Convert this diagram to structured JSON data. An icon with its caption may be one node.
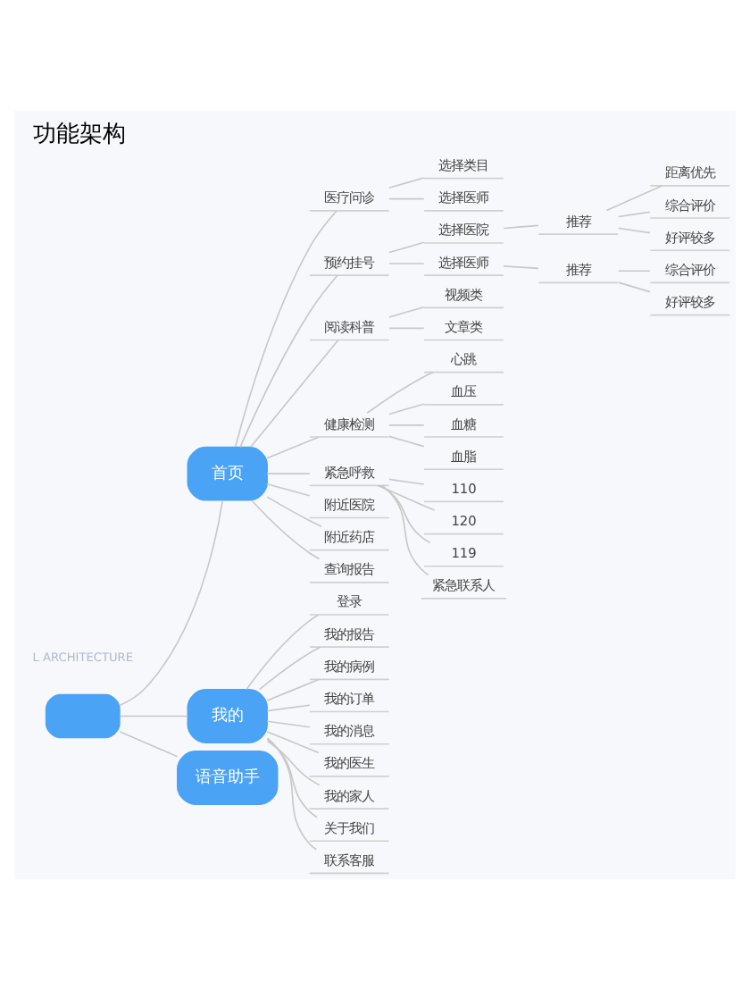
{
  "diagram": {
    "title": "功能架构",
    "nodes": [
      {
        "text": [],
        "shape": "box"
      },
      {
        "text": [
          "首页"
        ]
      },
      {
        "text": [
          "医疗问诊"
        ]
      },
      {
        "text": [
          "选择类目"
        ]
      },
      {
        "text": [
          "选择医师"
        ]
      },
      {
        "text": [
          "预约挂号"
        ]
      },
      {
        "text": [
          "选择医院"
        ]
      },
      {
        "text": [
          "推荐"
        ]
      },
      {
        "text": [
          "距离优先"
        ]
      },
      {
        "text": [
          "综合评价"
        ]
      },
      {
        "text": [
          "好评较多"
        ]
      },
      {
        "text": [
          "选择医师"
        ]
      },
      {
        "text": [
          "推荐"
        ]
      },
      {
        "text": [
          "综合评价"
        ]
      },
      {
        "text": [
          "好评较多"
        ]
      },
      {
        "text": [
          "阅读科普"
        ]
      },
      {
        "text": [
          "视频类"
        ]
      },
      {
        "text": [
          "文章类"
        ]
      },
      {
        "text": [
          "健康检测"
        ]
      },
      {
        "text": [
          "心跳"
        ]
      },
      {
        "text": [
          "血压"
        ]
      },
      {
        "text": [
          "血糖"
        ]
      },
      {
        "text": [
          "血脂"
        ]
      },
      {
        "text": [
          "紧急呼救"
        ]
      },
      {
        "text": [
          "110"
        ]
      },
      {
        "text": [
          "120"
        ]
      },
      {
        "text": [
          "119"
        ]
      },
      {
        "text": [
          "紧急联系人"
        ]
      },
      {
        "text": [
          "附近医院"
        ]
      },
      {
        "text": [
          "附近药店"
        ]
      },
      {
        "text": [
          "查询报告"
        ]
      },
      {
        "text": [
          "我的"
        ]
      },
      {
        "text": [
          "登录"
        ]
      },
      {
        "text": [
          "我的报告"
        ]
      },
      {
        "text": [
          "我的病例"
        ]
      },
      {
        "text": [
          "我的订单"
        ]
      },
      {
        "text": [
          "我的消息"
        ]
      },
      {
        "text": [
          "我的医生"
        ]
      },
      {
        "text": [
          "我的家人"
        ]
      },
      {
        "text": [
          "关于我们"
        ]
      },
      {
        "text": [
          "联系客服"
        ]
      },
      {
        "text": [
          "语音助手"
        ]
      }
    ],
    "edges": [
      {
        "from": 0,
        "to": 1,
        "arrow": "none"
      },
      {
        "from": 0,
        "to": 31,
        "arrow": "none"
      },
      {
        "from": 0,
        "to": 41,
        "arrow": "none"
      },
      {
        "from": 1,
        "to": 2,
        "arrow": "none"
      },
      {
        "from": 1,
        "to": 5,
        "arrow": "none"
      },
      {
        "from": 1,
        "to": 15,
        "arrow": "none"
      },
      {
        "from": 1,
        "to": 18,
        "arrow": "none"
      },
      {
        "from": 1,
        "to": 23,
        "arrow": "none"
      },
      {
        "from": 1,
        "to": 28,
        "arrow": "none"
      },
      {
        "from": 1,
        "to": 29,
        "arrow": "none"
      },
      {
        "from": 1,
        "to": 30,
        "arrow": "none"
      },
      {
        "from": 2,
        "to": 3,
        "arrow": "none"
      },
      {
        "from": 2,
        "to": 4,
        "arrow": "none"
      },
      {
        "from": 5,
        "to": 6,
        "arrow": "none"
      },
      {
        "from": 5,
        "to": 11,
        "arrow": "none"
      },
      {
        "from": 6,
        "to": 7,
        "arrow": "none"
      },
      {
        "from": 7,
        "to": 8,
        "arrow": "none"
      },
      {
        "from": 7,
        "to": 9,
        "arrow": "none"
      },
      {
        "from": 7,
        "to": 10,
        "arrow": "none"
      },
      {
        "from": 11,
        "to": 12,
        "arrow": "none"
      },
      {
        "from": 12,
        "to": 13,
        "arrow": "none"
      },
      {
        "from": 12,
        "to": 14,
        "arrow": "none"
      },
      {
        "from": 15,
        "to": 16,
        "arrow": "none"
      },
      {
        "from": 15,
        "to": 17,
        "arrow": "none"
      },
      {
        "from": 18,
        "to": 19,
        "arrow": "none"
      },
      {
        "from": 18,
        "to": 20,
        "arrow": "none"
      },
      {
        "from": 18,
        "to": 21,
        "arrow": "none"
      },
      {
        "from": 18,
        "to": 22,
        "arrow": "none"
      },
      {
        "from": 23,
        "to": 24,
        "arrow": "none"
      },
      {
        "from": 23,
        "to": 25,
        "arrow": "none"
      },
      {
        "from": 23,
        "to": 26,
        "arrow": "none"
      },
      {
        "from": 23,
        "to": 27,
        "arrow": "none"
      },
      {
        "from": 31,
        "to": 32,
        "arrow": "none"
      },
      {
        "from": 31,
        "to": 33,
        "arrow": "none"
      },
      {
        "from": 31,
        "to": 34,
        "arrow": "none"
      },
      {
        "from": 31,
        "to": 35,
        "arrow": "none"
      },
      {
        "from": 31,
        "to": 36,
        "arrow": "none"
      },
      {
        "from": 31,
        "to": 37,
        "arrow": "none"
      },
      {
        "from": 31,
        "to": 38,
        "arrow": "none"
      },
      {
        "from": 31,
        "to": 39,
        "arrow": "none"
      },
      {
        "from": 31,
        "to": 40,
        "arrow": "none"
      }
    ],
    "labels": [
      "L ARCHITECTURE"
    ]
  }
}
